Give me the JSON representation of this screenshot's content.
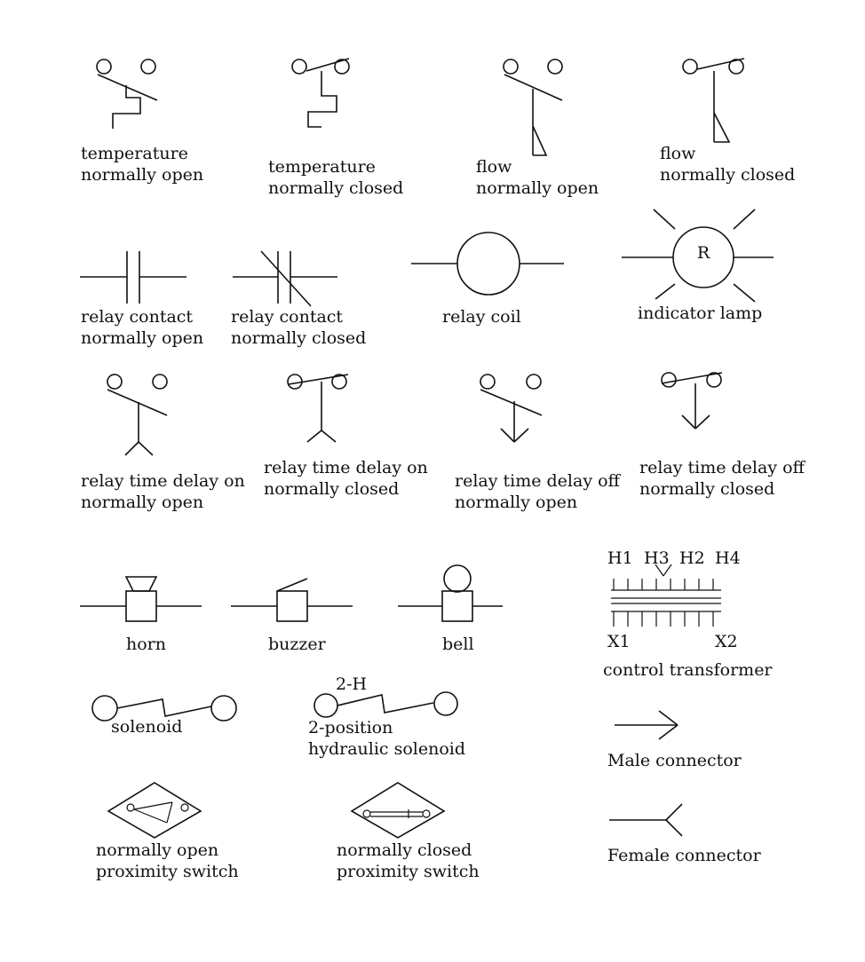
{
  "symbols": {
    "temp_no": {
      "line1": "temperature",
      "line2": "normally open"
    },
    "temp_nc": {
      "line1": "temperature",
      "line2": "normally closed"
    },
    "flow_no": {
      "line1": "flow",
      "line2": "normally open"
    },
    "flow_nc": {
      "line1": "flow",
      "line2": "normally closed"
    },
    "relay_no": {
      "line1": "relay contact",
      "line2": "normally open"
    },
    "relay_nc": {
      "line1": "relay contact",
      "line2": "normally closed"
    },
    "relay_coil": {
      "line1": "relay coil"
    },
    "lamp": {
      "line1": "indicator lamp",
      "letter": "R"
    },
    "tdon_no": {
      "line1": "relay time delay on",
      "line2": "normally open"
    },
    "tdon_nc": {
      "line1": "relay time delay on",
      "line2": "normally closed"
    },
    "tdoff_no": {
      "line1": "relay time delay off",
      "line2": "normally open"
    },
    "tdoff_nc": {
      "line1": "relay time delay off",
      "line2": "normally closed"
    },
    "horn": {
      "line1": "horn"
    },
    "buzzer": {
      "line1": "buzzer"
    },
    "bell": {
      "line1": "bell"
    },
    "transformer": {
      "line1": "control transformer",
      "h1": "H1",
      "h3": "H3",
      "h2": "H2",
      "h4": "H4",
      "x1": "X1",
      "x2": "X2"
    },
    "solenoid": {
      "line1": "solenoid"
    },
    "hyd_sol": {
      "tag": "2-H",
      "line1": "2-position",
      "line2": "hydraulic solenoid"
    },
    "male": {
      "line1": "Male connector"
    },
    "female": {
      "line1": "Female connector"
    },
    "prox_no": {
      "line1": "normally open",
      "line2": "proximity switch"
    },
    "prox_nc": {
      "line1": "normally closed",
      "line2": "proximity switch"
    }
  }
}
